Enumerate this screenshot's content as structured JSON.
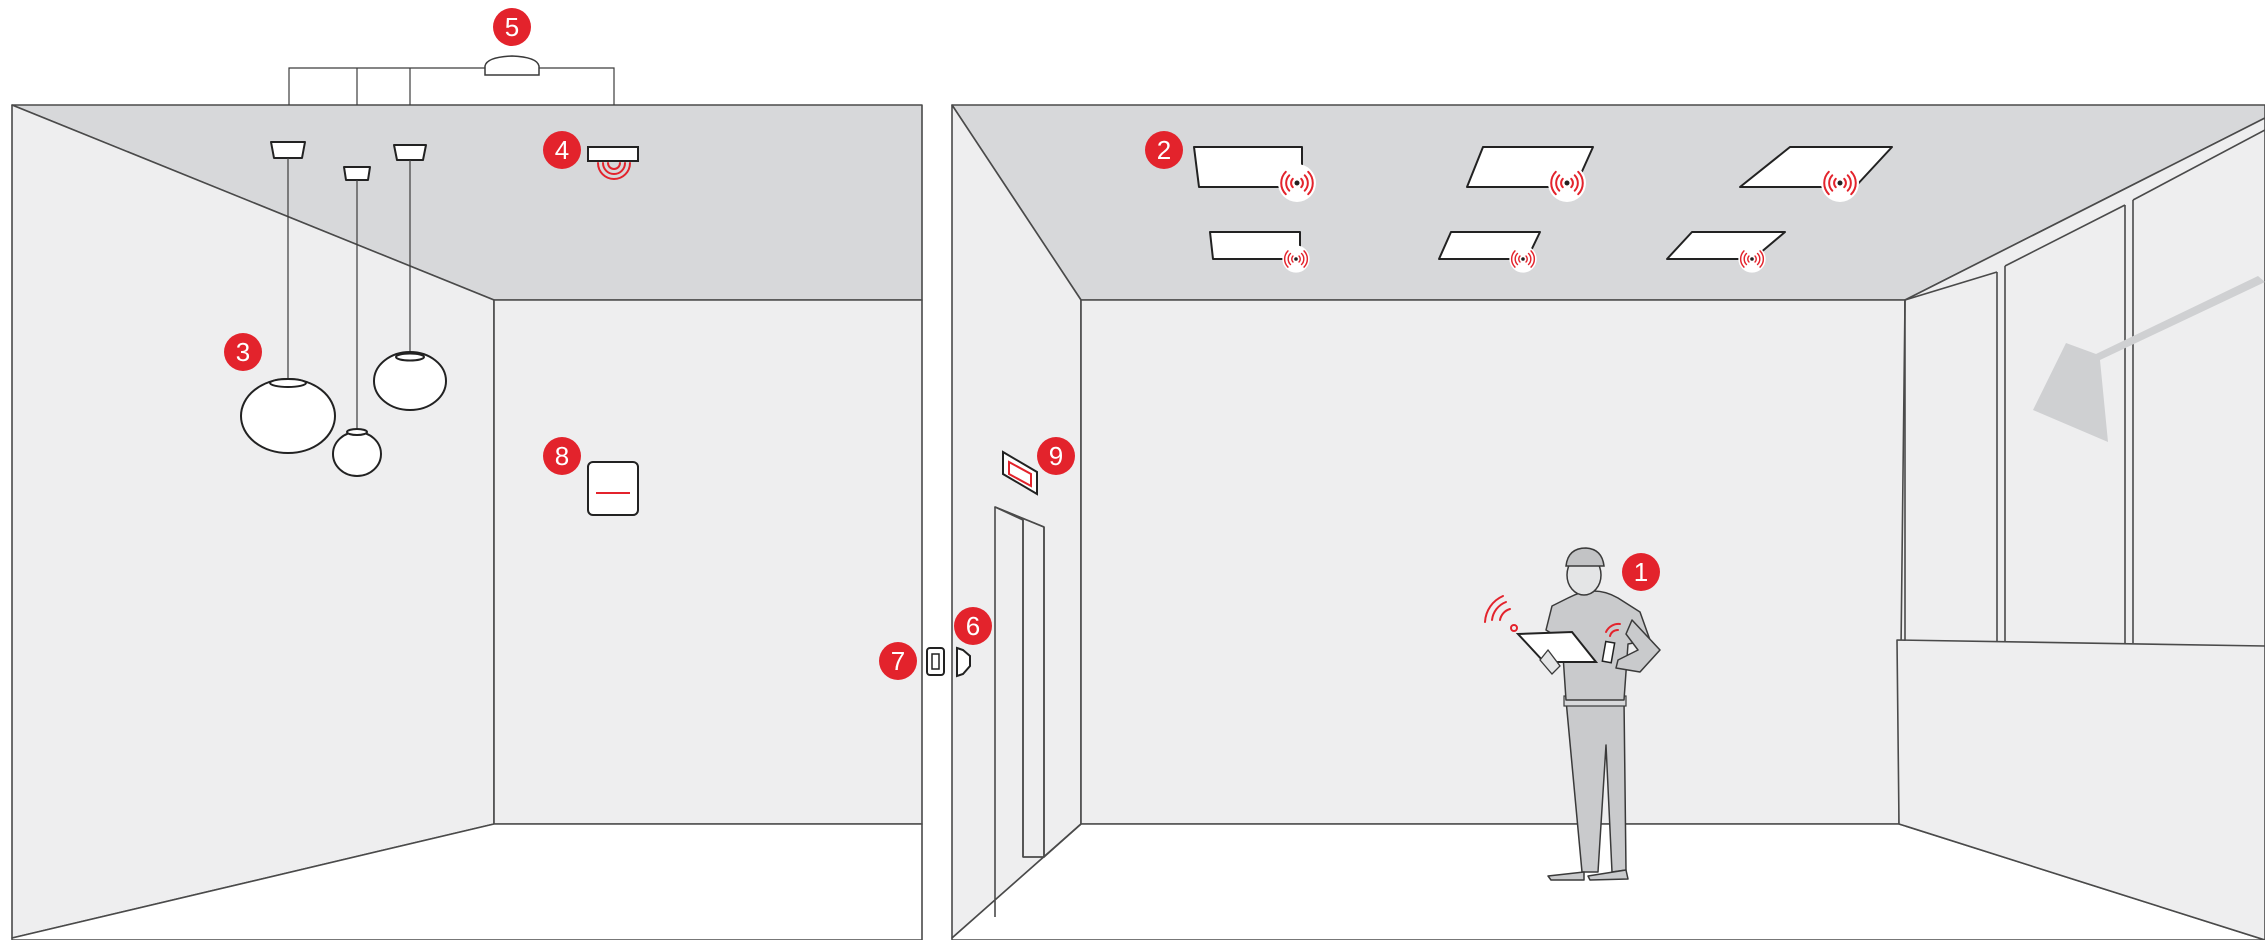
{
  "accent_color": "#e3232c",
  "ceiling_color": "#d7d8da",
  "wall_color": "#eeeeef",
  "markers": [
    {
      "label": "1"
    },
    {
      "label": "2"
    },
    {
      "label": "3"
    },
    {
      "label": "4"
    },
    {
      "label": "5"
    },
    {
      "label": "6"
    },
    {
      "label": "7"
    },
    {
      "label": "8"
    },
    {
      "label": "9"
    }
  ],
  "icons": [
    "sensor-signal-icon",
    "wifi-signal-icon",
    "sunlight-arrow-icon",
    "exit-sign-icon"
  ]
}
